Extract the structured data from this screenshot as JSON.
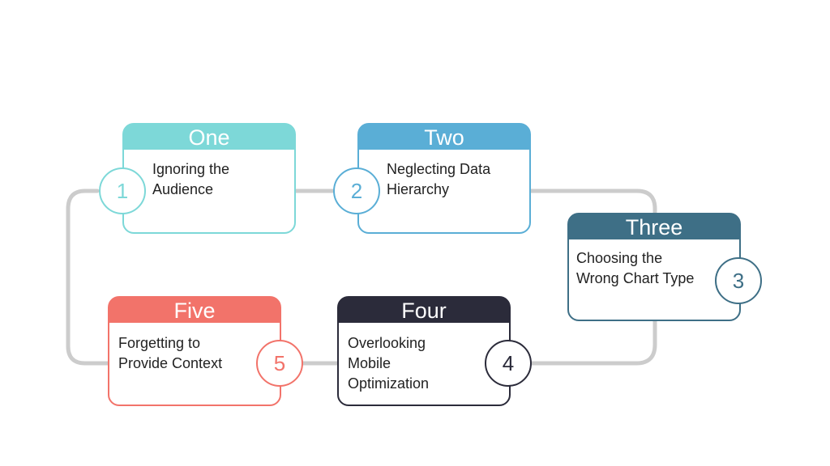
{
  "steps": [
    {
      "title": "One",
      "text": "Ignoring the\nAudience",
      "number": "1",
      "color": "#7dd8d8"
    },
    {
      "title": "Two",
      "text": "Neglecting Data\nHierarchy",
      "number": "2",
      "color": "#5aaed6"
    },
    {
      "title": "Three",
      "text": "Choosing the\nWrong Chart Type",
      "number": "3",
      "color": "#3e6f86"
    },
    {
      "title": "Four",
      "text": "Overlooking\nMobile\nOptimization",
      "number": "4",
      "color": "#2b2b3a"
    },
    {
      "title": "Five",
      "text": "Forgetting to\nProvide Context",
      "number": "5",
      "color": "#f2736a"
    }
  ],
  "connector_color": "#cccccc"
}
